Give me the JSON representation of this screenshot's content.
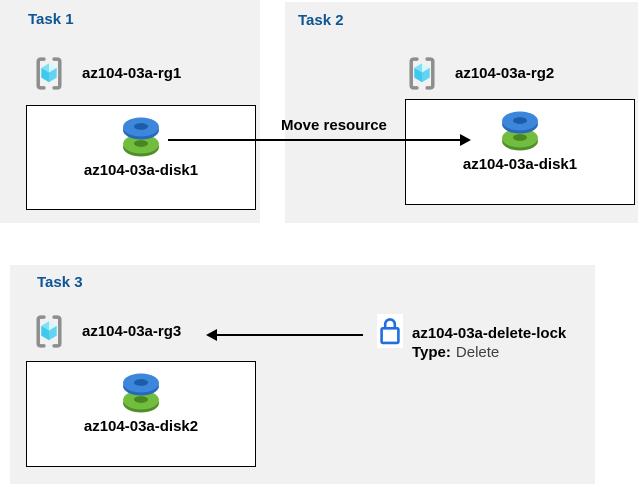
{
  "colors": {
    "panel_bg": "#F1F1F1",
    "heading_blue": "#0E5693",
    "text_black": "#000000",
    "type_value_gray": "#404040",
    "lock_blue": "#1F6FDE",
    "bracket_gray": "#8E8E8E",
    "cube_top_left": "#7EDFF5",
    "cube_top_right": "#D5F6FC",
    "cube_bottom_left": "#3EC9EE",
    "cube_bottom_right": "#62D4F1",
    "disk_blue": "#3C86DC",
    "disk_blue_dark": "#1C5CA8",
    "disk_blue_rim": "#2767BE",
    "disk_green": "#72BC3F",
    "disk_green_dark": "#4A861F",
    "disk_green_rim": "#4E8F27"
  },
  "tasks": [
    {
      "label": "Task 1",
      "rg_name": "az104-03a-rg1",
      "disk_name": "az104-03a-disk1"
    },
    {
      "label": "Task 2",
      "rg_name": "az104-03a-rg2",
      "disk_name": "az104-03a-disk1"
    },
    {
      "label": "Task 3",
      "rg_name": "az104-03a-rg3",
      "disk_name": "az104-03a-disk2"
    }
  ],
  "arrows": {
    "move_label": "Move resource"
  },
  "lock": {
    "name": "az104-03a-delete-lock",
    "type_label": "Type:",
    "type_value": "Delete"
  },
  "icons": {
    "resource_group": "resource-group-icon",
    "disk": "disk-icon",
    "lock": "lock-icon"
  }
}
